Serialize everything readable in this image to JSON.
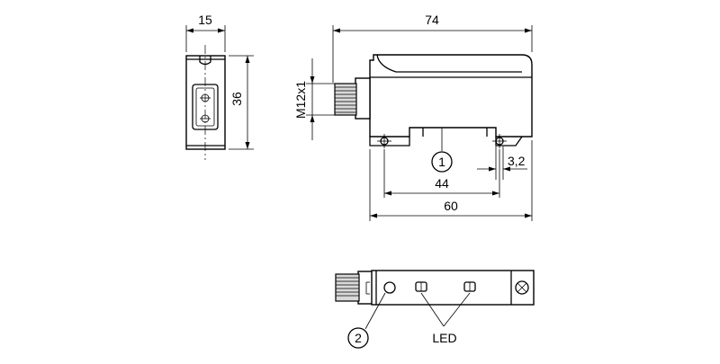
{
  "dimensions": {
    "front_width": "15",
    "front_height": "36",
    "total_length": "74",
    "thread": "M12x1",
    "hole_offset": "3,2",
    "hole_spacing": "44",
    "base_length": "60"
  },
  "callouts": {
    "item_1": "1",
    "item_2": "2",
    "led_label": "LED"
  }
}
